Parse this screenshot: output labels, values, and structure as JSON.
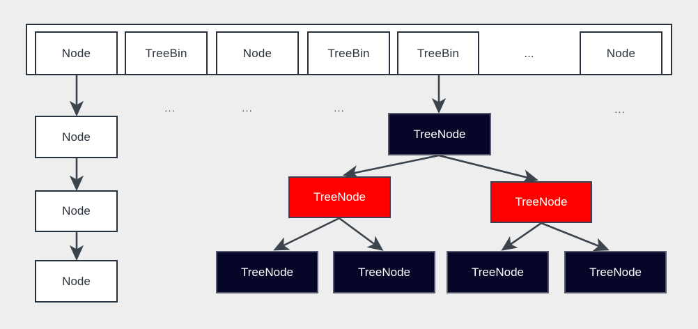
{
  "diagram": {
    "title": "HashMap bucket array with linked-list Node chain and red-black TreeBin",
    "background_color": "#eeeeee",
    "stroke_color": "#28323c",
    "colors": {
      "node_fill": "#ffffff",
      "node_stroke": "#28323c",
      "treenode_black_fill": "#060628",
      "treenode_red_fill": "#ff0000",
      "treenode_text": "#ffffff",
      "arrow": "#3b434d"
    }
  },
  "bucket_array": {
    "name": "table",
    "cells": [
      {
        "label": "Node",
        "kind": "node"
      },
      {
        "label": "TreeBin",
        "kind": "treebin"
      },
      {
        "label": "Node",
        "kind": "node"
      },
      {
        "label": "TreeBin",
        "kind": "treebin"
      },
      {
        "label": "TreeBin",
        "kind": "treebin"
      },
      {
        "label": "...",
        "kind": "ellipsis"
      },
      {
        "label": "Node",
        "kind": "node"
      }
    ]
  },
  "chain": {
    "name": "linked-list-bucket",
    "nodes": [
      {
        "label": "Node"
      },
      {
        "label": "Node"
      },
      {
        "label": "Node"
      }
    ]
  },
  "tree": {
    "name": "red-black-tree-bin",
    "root": {
      "label": "TreeNode",
      "color": "black"
    },
    "children": [
      {
        "label": "TreeNode",
        "color": "red"
      },
      {
        "label": "TreeNode",
        "color": "red"
      }
    ],
    "leaves": [
      {
        "label": "TreeNode",
        "color": "black"
      },
      {
        "label": "TreeNode",
        "color": "black"
      },
      {
        "label": "TreeNode",
        "color": "black"
      },
      {
        "label": "TreeNode",
        "color": "black"
      }
    ]
  },
  "ellipsis_markers": [
    {
      "label": "..."
    },
    {
      "label": "..."
    },
    {
      "label": "..."
    },
    {
      "label": "..."
    }
  ]
}
